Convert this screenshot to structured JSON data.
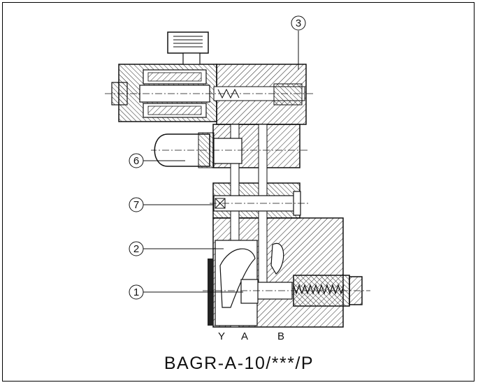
{
  "title": "BAGR-A-10/***/P",
  "ports": {
    "y": "Y",
    "a": "A",
    "b": "B"
  },
  "callouts": {
    "c1": "1",
    "c2": "2",
    "c3": "3",
    "c6": "6",
    "c7": "7"
  },
  "colors": {
    "line": "#111111",
    "background": "#ffffff"
  }
}
